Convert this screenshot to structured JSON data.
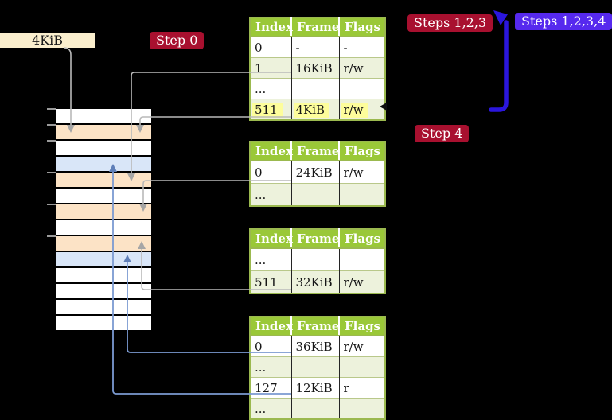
{
  "labels": {
    "page_size_box": "4KiB",
    "step0": "Step 0",
    "steps123": "Steps 1,2,3",
    "steps1234": "Steps 1,2,3,4",
    "step4": "Step 4"
  },
  "memory_column": {
    "rows": [
      "white",
      "peach",
      "white",
      "blue",
      "peach",
      "white",
      "peach",
      "white",
      "peach",
      "blue",
      "white",
      "white",
      "white",
      "white"
    ],
    "tick_rows": [
      0,
      1,
      2,
      4,
      6,
      8
    ]
  },
  "tables": [
    {
      "name": "level-4-page-table",
      "headers": [
        "Index",
        "Frame",
        "Flags"
      ],
      "rows": [
        {
          "cells": [
            "0",
            "-",
            "-"
          ],
          "shade": false,
          "highlight": false
        },
        {
          "cells": [
            "1",
            "16KiB",
            "r/w"
          ],
          "shade": true,
          "highlight": false
        },
        {
          "cells": [
            "...",
            "",
            ""
          ],
          "shade": false,
          "highlight": false
        },
        {
          "cells": [
            "511",
            "4KiB",
            "r/w"
          ],
          "shade": true,
          "highlight": true
        }
      ]
    },
    {
      "name": "level-3-page-table",
      "headers": [
        "Index",
        "Frame",
        "Flags"
      ],
      "rows": [
        {
          "cells": [
            "0",
            "24KiB",
            "r/w"
          ],
          "shade": false,
          "highlight": false
        },
        {
          "cells": [
            "...",
            "",
            ""
          ],
          "shade": true,
          "highlight": false
        }
      ]
    },
    {
      "name": "level-2-page-table",
      "headers": [
        "Index",
        "Frame",
        "Flags"
      ],
      "rows": [
        {
          "cells": [
            "...",
            "",
            ""
          ],
          "shade": false,
          "highlight": false
        },
        {
          "cells": [
            "511",
            "32KiB",
            "r/w"
          ],
          "shade": true,
          "highlight": false
        }
      ]
    },
    {
      "name": "level-1-page-table",
      "headers": [
        "Index",
        "Frame",
        "Flags"
      ],
      "rows": [
        {
          "cells": [
            "0",
            "36KiB",
            "r/w"
          ],
          "shade": false,
          "highlight": false
        },
        {
          "cells": [
            "...",
            "",
            ""
          ],
          "shade": true,
          "highlight": false
        },
        {
          "cells": [
            "127",
            "12KiB",
            "r"
          ],
          "shade": false,
          "highlight": false
        },
        {
          "cells": [
            "...",
            "",
            ""
          ],
          "shade": true,
          "highlight": false
        }
      ]
    }
  ],
  "colors": {
    "header-green": "#9ac838",
    "row-green": "#edf2dc",
    "table-border": "#9bb94f",
    "frame-peach": "#fce3c6",
    "frame-blue": "#d9e6f8",
    "pill-red": "#a8102f",
    "pill-blue": "#5629ee",
    "arrow-gray": "#b9b9b9",
    "arrow-gray-head": "#a6a6a6",
    "arrow-blue": "#7b9ad1",
    "arrow-blue-head": "#5f7fb8",
    "recursion-blue": "#2b16dd",
    "highlight-yellow": "#fdfd9b",
    "box-cream": "#faeecd"
  }
}
